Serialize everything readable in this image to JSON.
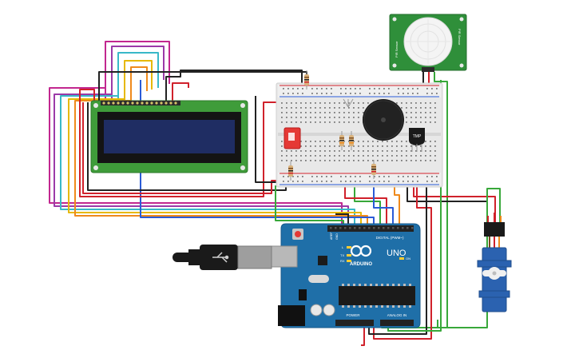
{
  "colors": {
    "background": "#ffffff",
    "lcd_board": "#3f9c3a",
    "lcd_screen": "#1f2d63",
    "breadboard": "#e8e8e8",
    "arduino": "#1f6fa8",
    "pir_board": "#2f8f3a",
    "servo": "#2b62b0",
    "switch": "#e53935",
    "buzzer": "#1a1a1a",
    "wire_red": "#d0212b",
    "wire_black": "#222222",
    "wire_green": "#38a83a",
    "wire_yellow": "#e6b800",
    "wire_orange": "#ef8a1c",
    "wire_purple": "#9b3aa8",
    "wire_magenta": "#c2278f",
    "wire_cyan": "#39b8c8",
    "wire_blue": "#2a5bd7",
    "wire_brown": "#7a4a1e"
  },
  "arduino": {
    "brand": "ARDUINO",
    "model": "UNO",
    "tx_label": "TX",
    "rx_label": "RX",
    "l_label": "L",
    "on_label": "ON",
    "digital_label": "DIGITAL (PWM~)",
    "power_label": "POWER",
    "analog_label": "ANALOG IN",
    "aref_label": "AREF",
    "gnd_label": "GND",
    "icon": "arduino-infinity-icon"
  },
  "sensors": {
    "temp_label": "TMP"
  },
  "pir": {
    "left_label": "PIR Sensor",
    "right_label": "PIR Sensor",
    "icon": "pir-dome-icon"
  },
  "icons": {
    "usb": "usb-cable-icon",
    "servo": "servo-motor-icon",
    "buzzer": "piezo-buzzer-icon"
  }
}
